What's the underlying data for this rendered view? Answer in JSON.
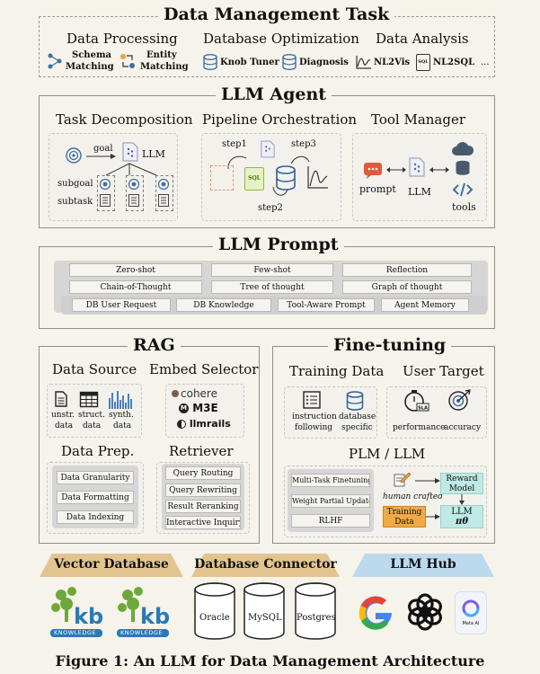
{
  "task": {
    "title": "Data Management Task",
    "processing": {
      "heading": "Data Processing",
      "item1": "Schema Matching",
      "item1a": "Schema",
      "item1b": "Matching",
      "item2": "Entity Matching",
      "item2a": "Entity",
      "item2b": "Matching"
    },
    "optimization": {
      "heading": "Database Optimization",
      "item1": "Knob Tuner",
      "item2": "Diagnosis"
    },
    "analysis": {
      "heading": "Data Analysis",
      "item1": "NL2Vis",
      "item2": "NL2SQL",
      "more": "...",
      "sql_icon_text": "SQL"
    }
  },
  "agent": {
    "title": "LLM Agent",
    "decomposition": {
      "heading": "Task Decomposition",
      "goal": "goal",
      "llm": "LLM",
      "subgoal": "subgoal",
      "subtask": "subtask"
    },
    "orchestration": {
      "heading": "Pipeline Orchestration",
      "step1": "step1",
      "step2": "step2",
      "step3": "step3",
      "sql_icon_text": "SQL"
    },
    "tool_manager": {
      "heading": "Tool Manager",
      "prompt": "prompt",
      "llm": "LLM",
      "tools": "tools"
    }
  },
  "prompt": {
    "title": "LLM Prompt",
    "rows": [
      [
        "Zero-shot",
        "Few-shot",
        "Reflection"
      ],
      [
        "Chain-of-Thought",
        "Tree of thought",
        "Graph of thought"
      ],
      [
        "DB User Request",
        "DB Knowledge",
        "Tool-Aware Prompt",
        "Agent Memory"
      ]
    ]
  },
  "rag": {
    "title": "RAG",
    "data_source": {
      "heading": "Data Source",
      "unstr": [
        "unstr.",
        "data"
      ],
      "struct": [
        "struct.",
        "data"
      ],
      "synth": [
        "synth.",
        "data"
      ]
    },
    "embed": {
      "heading": "Embed Selector",
      "items": [
        "cohere",
        "M3E",
        "llmrails"
      ],
      "m3e_logo": "M"
    },
    "prep": {
      "heading": "Data Prep.",
      "items": [
        "Data Granularity",
        "Data Formatting",
        "Data Indexing"
      ]
    },
    "retriever": {
      "heading": "Retriever",
      "items": [
        "Query Routing",
        "Query Rewriting",
        "Result Reranking",
        "Interactive Inquiry"
      ]
    }
  },
  "finetune": {
    "title": "Fine-tuning",
    "training": {
      "heading": "Training Data",
      "instruction": [
        "instruction",
        "following"
      ],
      "database": [
        "database",
        "specific"
      ]
    },
    "user_target": {
      "heading": "User Target",
      "performance": "performance",
      "accuracy": "accuracy",
      "sla_label": "SLA"
    },
    "plm": {
      "heading": "PLM / LLM",
      "items": [
        "Multi-Task Finetuning",
        "Weight Partial Update",
        "RLHF"
      ],
      "human": "human crafted",
      "training_data": [
        "Training",
        "Data"
      ],
      "reward": [
        "Reward",
        "Model"
      ],
      "llm": "LLM",
      "pi": "πθ"
    }
  },
  "bottom": {
    "vector_db": {
      "label": "Vector Database",
      "logo_text": "kb",
      "logo_sub": "KNOWLEDGE"
    },
    "connector": {
      "label": "Database Connector",
      "dbs": [
        "Oracle",
        "MySQL",
        "Postgres"
      ]
    },
    "hub": {
      "label": "LLM Hub",
      "meta": "Meta AI",
      "google_letter": "G"
    }
  },
  "caption": "Figure 1: An LLM for Data Management Architecture",
  "colors": {
    "accent_blue": "#3d6fa5",
    "green": "#6fa83a",
    "orange": "#e8a24a",
    "teal": "#bfe9e4",
    "trap_tan": "#e3c48e",
    "trap_blue": "#bcd9ee"
  }
}
